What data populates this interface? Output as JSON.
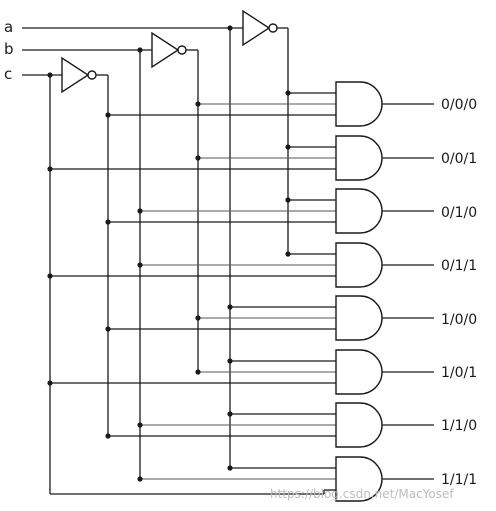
{
  "inputs": [
    {
      "label": "a"
    },
    {
      "label": "b"
    },
    {
      "label": "c"
    }
  ],
  "outputs": [
    {
      "label": "0/0/0"
    },
    {
      "label": "0/0/1"
    },
    {
      "label": "0/1/0"
    },
    {
      "label": "0/1/1"
    },
    {
      "label": "1/0/0"
    },
    {
      "label": "1/0/1"
    },
    {
      "label": "1/1/0"
    },
    {
      "label": "1/1/1"
    }
  ],
  "watermark": "https://blog.csdn.net/MacYosef",
  "colors": {
    "stroke": "#1a1a1a",
    "background": "#ffffff",
    "watermark": "#bdbdbd"
  }
}
